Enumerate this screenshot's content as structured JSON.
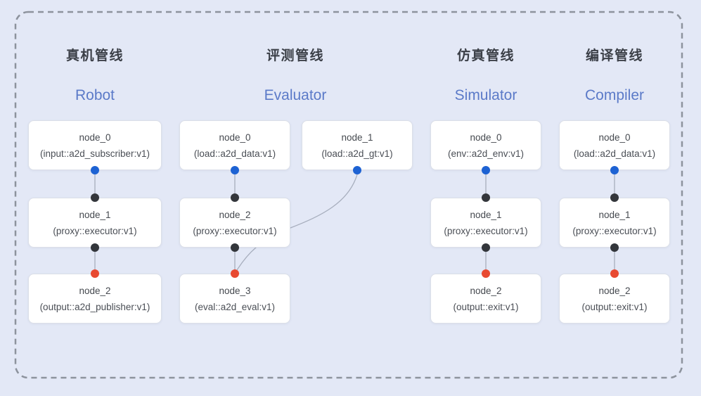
{
  "colors": {
    "background": "#e3e8f6",
    "border_dash": "#8d939d",
    "edge": "#a7aebd",
    "dot_blue": "#1d62d3",
    "dot_black": "#33363b",
    "dot_red": "#e84a31",
    "header_zh": "#3b3f47",
    "header_en": "#5b7ac8",
    "node_border": "#dbdfe8",
    "node_text": "#45494f"
  },
  "pipelines": [
    {
      "title_zh": "真机管线",
      "title_en": "Robot",
      "nodes": [
        {
          "title": "node_0",
          "subtitle": "(input::a2d_subscriber:v1)"
        },
        {
          "title": "node_1",
          "subtitle": "(proxy::executor:v1)"
        },
        {
          "title": "node_2",
          "subtitle": "(output::a2d_publisher:v1)"
        }
      ]
    },
    {
      "title_zh": "评测管线",
      "title_en": "Evaluator",
      "nodes": [
        {
          "title": "node_0",
          "subtitle": "(load::a2d_data:v1)"
        },
        {
          "title": "node_1",
          "subtitle": "(load::a2d_gt:v1)"
        },
        {
          "title": "node_2",
          "subtitle": "(proxy::executor:v1)"
        },
        {
          "title": "node_3",
          "subtitle": "(eval::a2d_eval:v1)"
        }
      ]
    },
    {
      "title_zh": "仿真管线",
      "title_en": "Simulator",
      "nodes": [
        {
          "title": "node_0",
          "subtitle": "(env::a2d_env:v1)"
        },
        {
          "title": "node_1",
          "subtitle": "(proxy::executor:v1)"
        },
        {
          "title": "node_2",
          "subtitle": "(output::exit:v1)"
        }
      ]
    },
    {
      "title_zh": "编译管线",
      "title_en": "Compiler",
      "nodes": [
        {
          "title": "node_0",
          "subtitle": "(load::a2d_data:v1)"
        },
        {
          "title": "node_1",
          "subtitle": "(proxy::executor:v1)"
        },
        {
          "title": "node_2",
          "subtitle": "(output::exit:v1)"
        }
      ]
    }
  ]
}
